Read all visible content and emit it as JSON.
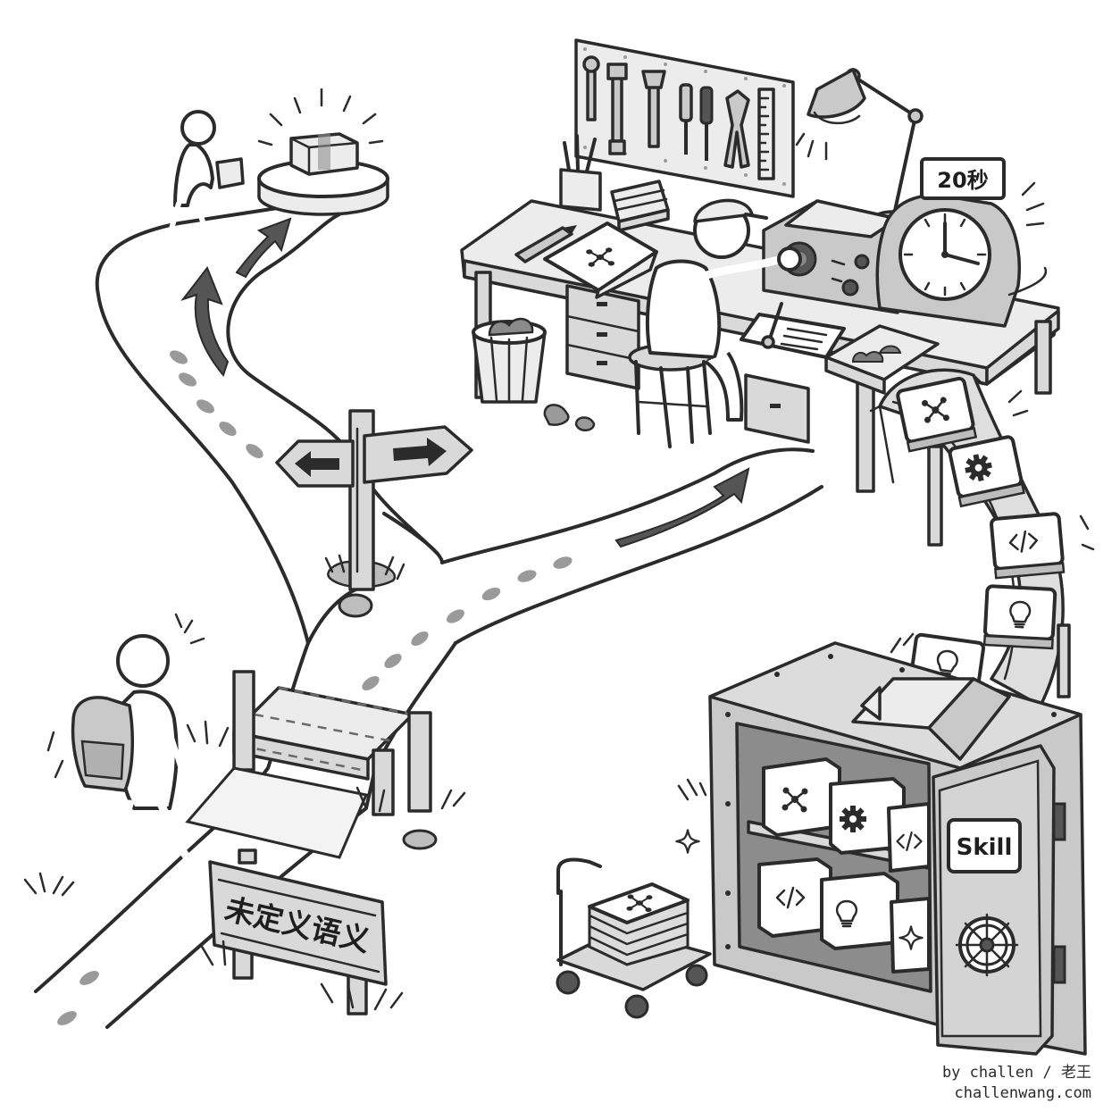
{
  "signpost": {
    "label": "未定义语义"
  },
  "timer": {
    "label": "20秒"
  },
  "safe": {
    "label": "Skill"
  },
  "credit": {
    "line1": "by challen / 老王",
    "line2": "challenwang.com"
  },
  "icons": [
    "network-icon",
    "gear-icon",
    "code-icon",
    "lightbulb-icon",
    "sparkle-icon"
  ],
  "colors": {
    "ink": "#2b2b2b",
    "shade": "#c9c9c9",
    "paper": "#ffffff"
  }
}
